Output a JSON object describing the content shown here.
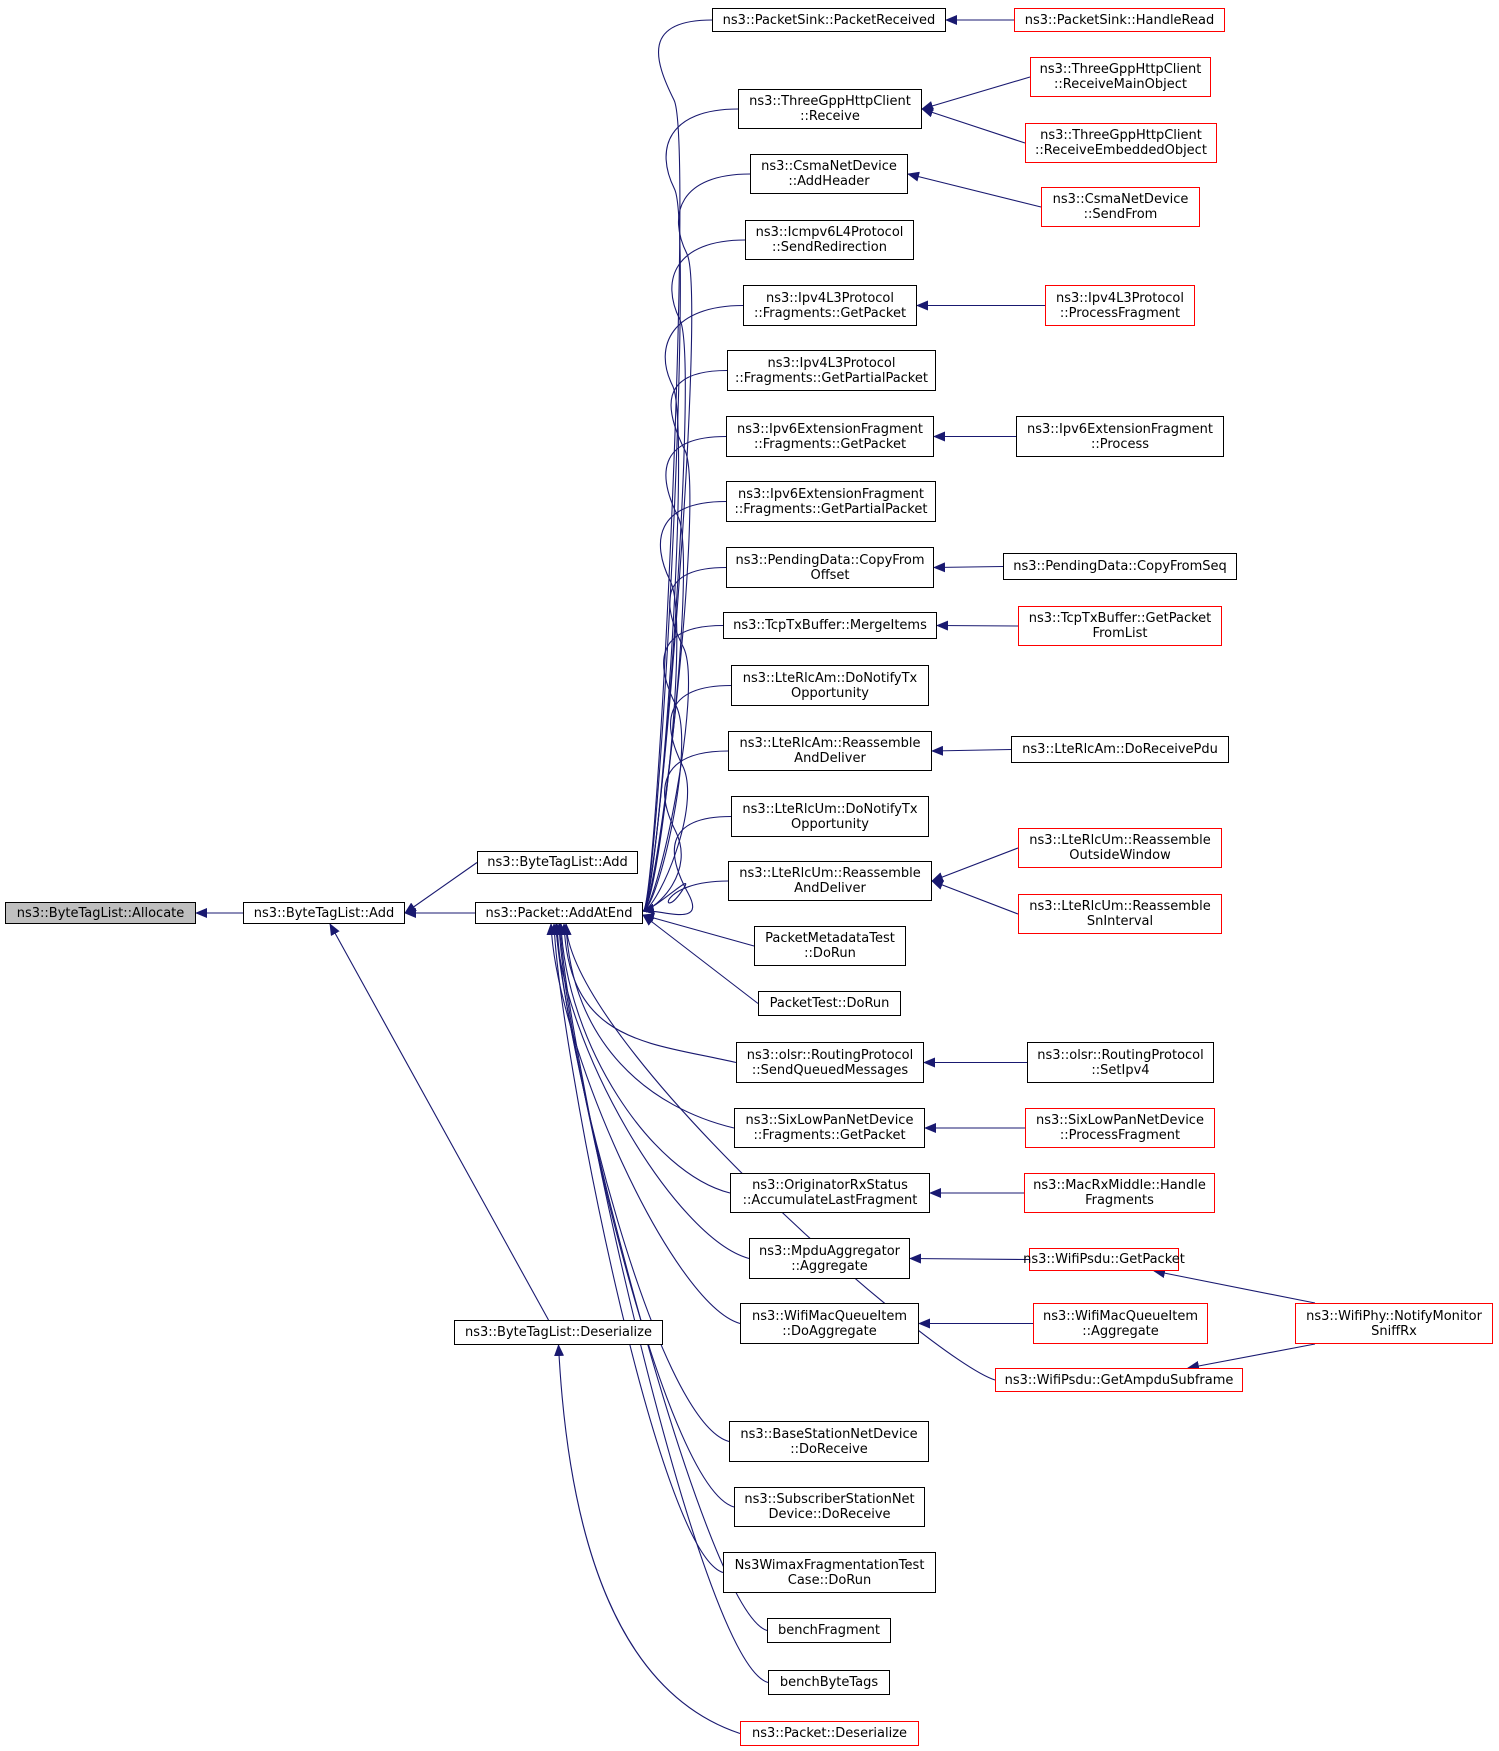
{
  "colors": {
    "edge": "#191970",
    "normal_border": "#000000",
    "truncated_border": "#ff0000",
    "current_fill": "#bfbfbf"
  },
  "nodes": {
    "allocate": {
      "lines": [
        "ns3::ByteTagList::Allocate"
      ],
      "style": "current"
    },
    "btl_add_main": {
      "lines": [
        "ns3::ByteTagList::Add"
      ],
      "style": "normal"
    },
    "btl_add_2": {
      "lines": [
        "ns3::ByteTagList::Add"
      ],
      "style": "normal"
    },
    "add_at_end": {
      "lines": [
        "ns3::Packet::AddAtEnd"
      ],
      "style": "normal"
    },
    "btl_deserialize": {
      "lines": [
        "ns3::ByteTagList::Deserialize"
      ],
      "style": "normal"
    },
    "sink_received": {
      "lines": [
        "ns3::PacketSink::PacketReceived"
      ],
      "style": "normal"
    },
    "sink_handleread": {
      "lines": [
        "ns3::PacketSink::HandleRead"
      ],
      "style": "red"
    },
    "http_receive": {
      "lines": [
        "ns3::ThreeGppHttpClient",
        "::Receive"
      ],
      "style": "normal"
    },
    "http_main": {
      "lines": [
        "ns3::ThreeGppHttpClient",
        "::ReceiveMainObject"
      ],
      "style": "red"
    },
    "http_embedded": {
      "lines": [
        "ns3::ThreeGppHttpClient",
        "::ReceiveEmbeddedObject"
      ],
      "style": "red"
    },
    "csma_addheader": {
      "lines": [
        "ns3::CsmaNetDevice",
        "::AddHeader"
      ],
      "style": "normal"
    },
    "csma_sendfrom": {
      "lines": [
        "ns3::CsmaNetDevice",
        "::SendFrom"
      ],
      "style": "red"
    },
    "icmpv6_redirect": {
      "lines": [
        "ns3::Icmpv6L4Protocol",
        "::SendRedirection"
      ],
      "style": "normal"
    },
    "ipv4_getpacket": {
      "lines": [
        "ns3::Ipv4L3Protocol",
        "::Fragments::GetPacket"
      ],
      "style": "normal"
    },
    "ipv4_processfrag": {
      "lines": [
        "ns3::Ipv4L3Protocol",
        "::ProcessFragment"
      ],
      "style": "red"
    },
    "ipv4_getpartial": {
      "lines": [
        "ns3::Ipv4L3Protocol",
        "::Fragments::GetPartialPacket"
      ],
      "style": "normal"
    },
    "ipv6_getpacket": {
      "lines": [
        "ns3::Ipv6ExtensionFragment",
        "::Fragments::GetPacket"
      ],
      "style": "normal"
    },
    "ipv6_process": {
      "lines": [
        "ns3::Ipv6ExtensionFragment",
        "::Process"
      ],
      "style": "normal"
    },
    "ipv6_getpartial": {
      "lines": [
        "ns3::Ipv6ExtensionFragment",
        "::Fragments::GetPartialPacket"
      ],
      "style": "normal"
    },
    "pending_copyoffset": {
      "lines": [
        "ns3::PendingData::CopyFrom",
        "Offset"
      ],
      "style": "normal"
    },
    "pending_copyseq": {
      "lines": [
        "ns3::PendingData::CopyFromSeq"
      ],
      "style": "normal"
    },
    "tcp_merge": {
      "lines": [
        "ns3::TcpTxBuffer::MergeItems"
      ],
      "style": "normal"
    },
    "tcp_getpacket": {
      "lines": [
        "ns3::TcpTxBuffer::GetPacket",
        "FromList"
      ],
      "style": "red"
    },
    "am_notify": {
      "lines": [
        "ns3::LteRlcAm::DoNotifyTx",
        "Opportunity"
      ],
      "style": "normal"
    },
    "am_reassemble": {
      "lines": [
        "ns3::LteRlcAm::Reassemble",
        "AndDeliver"
      ],
      "style": "normal"
    },
    "am_receivepdu": {
      "lines": [
        "ns3::LteRlcAm::DoReceivePdu"
      ],
      "style": "normal"
    },
    "um_notify": {
      "lines": [
        "ns3::LteRlcUm::DoNotifyTx",
        "Opportunity"
      ],
      "style": "normal"
    },
    "um_reassemble": {
      "lines": [
        "ns3::LteRlcUm::Reassemble",
        "AndDeliver"
      ],
      "style": "normal"
    },
    "um_outside": {
      "lines": [
        "ns3::LteRlcUm::Reassemble",
        "OutsideWindow"
      ],
      "style": "red"
    },
    "um_sninterval": {
      "lines": [
        "ns3::LteRlcUm::Reassemble",
        "SnInterval"
      ],
      "style": "red"
    },
    "metadata_test": {
      "lines": [
        "PacketMetadataTest",
        "::DoRun"
      ],
      "style": "normal"
    },
    "packet_test": {
      "lines": [
        "PacketTest::DoRun"
      ],
      "style": "normal"
    },
    "olsr_sendqueued": {
      "lines": [
        "ns3::olsr::RoutingProtocol",
        "::SendQueuedMessages"
      ],
      "style": "normal"
    },
    "olsr_setipv4": {
      "lines": [
        "ns3::olsr::RoutingProtocol",
        "::SetIpv4"
      ],
      "style": "normal"
    },
    "sixlowpan_getpacket": {
      "lines": [
        "ns3::SixLowPanNetDevice",
        "::Fragments::GetPacket"
      ],
      "style": "normal"
    },
    "sixlowpan_process": {
      "lines": [
        "ns3::SixLowPanNetDevice",
        "::ProcessFragment"
      ],
      "style": "red"
    },
    "originator_accum": {
      "lines": [
        "ns3::OriginatorRxStatus",
        "::AccumulateLastFragment"
      ],
      "style": "normal"
    },
    "macrx_handle": {
      "lines": [
        "ns3::MacRxMiddle::Handle",
        "Fragments"
      ],
      "style": "red"
    },
    "mpdu_aggregate": {
      "lines": [
        "ns3::MpduAggregator",
        "::Aggregate"
      ],
      "style": "normal"
    },
    "psdu_getpacket": {
      "lines": [
        "ns3::WifiPsdu::GetPacket"
      ],
      "style": "red"
    },
    "queueitem_doagg": {
      "lines": [
        "ns3::WifiMacQueueItem",
        "::DoAggregate"
      ],
      "style": "normal"
    },
    "queueitem_agg": {
      "lines": [
        "ns3::WifiMacQueueItem",
        "::Aggregate"
      ],
      "style": "red"
    },
    "phy_notify": {
      "lines": [
        "ns3::WifiPhy::NotifyMonitor",
        "SniffRx"
      ],
      "style": "red"
    },
    "psdu_ampdu": {
      "lines": [
        "ns3::WifiPsdu::GetAmpduSubframe"
      ],
      "style": "red"
    },
    "bs_receive": {
      "lines": [
        "ns3::BaseStationNetDevice",
        "::DoReceive"
      ],
      "style": "normal"
    },
    "ss_receive": {
      "lines": [
        "ns3::SubscriberStationNet",
        "Device::DoReceive"
      ],
      "style": "normal"
    },
    "wimax_test": {
      "lines": [
        "Ns3WimaxFragmentationTest",
        "Case::DoRun"
      ],
      "style": "normal"
    },
    "bench_fragment": {
      "lines": [
        "benchFragment"
      ],
      "style": "normal"
    },
    "bench_bytetags": {
      "lines": [
        "benchByteTags"
      ],
      "style": "normal"
    },
    "packet_deserialize": {
      "lines": [
        "ns3::Packet::Deserialize"
      ],
      "style": "red"
    }
  },
  "edges": [
    [
      "btl_add_main",
      "allocate"
    ],
    [
      "btl_add_2",
      "btl_add_main"
    ],
    [
      "add_at_end",
      "btl_add_main"
    ],
    [
      "btl_deserialize",
      "btl_add_main"
    ],
    [
      "sink_handleread",
      "sink_received"
    ],
    [
      "http_main",
      "http_receive"
    ],
    [
      "http_embedded",
      "http_receive"
    ],
    [
      "csma_sendfrom",
      "csma_addheader"
    ],
    [
      "ipv4_processfrag",
      "ipv4_getpacket"
    ],
    [
      "ipv6_process",
      "ipv6_getpacket"
    ],
    [
      "pending_copyseq",
      "pending_copyoffset"
    ],
    [
      "tcp_getpacket",
      "tcp_merge"
    ],
    [
      "am_receivepdu",
      "am_reassemble"
    ],
    [
      "um_outside",
      "um_reassemble"
    ],
    [
      "um_sninterval",
      "um_reassemble"
    ],
    [
      "olsr_setipv4",
      "olsr_sendqueued"
    ],
    [
      "sixlowpan_process",
      "sixlowpan_getpacket"
    ],
    [
      "macrx_handle",
      "originator_accum"
    ],
    [
      "psdu_getpacket",
      "mpdu_aggregate"
    ],
    [
      "queueitem_agg",
      "queueitem_doagg"
    ],
    [
      "phy_notify",
      "psdu_getpacket"
    ],
    [
      "phy_notify",
      "psdu_ampdu"
    ],
    [
      "sink_received",
      "add_at_end"
    ],
    [
      "http_receive",
      "add_at_end"
    ],
    [
      "csma_addheader",
      "add_at_end"
    ],
    [
      "icmpv6_redirect",
      "add_at_end"
    ],
    [
      "ipv4_getpacket",
      "add_at_end"
    ],
    [
      "ipv4_getpartial",
      "add_at_end"
    ],
    [
      "ipv6_getpacket",
      "add_at_end"
    ],
    [
      "ipv6_getpartial",
      "add_at_end"
    ],
    [
      "pending_copyoffset",
      "add_at_end"
    ],
    [
      "tcp_merge",
      "add_at_end"
    ],
    [
      "am_notify",
      "add_at_end"
    ],
    [
      "am_reassemble",
      "add_at_end"
    ],
    [
      "um_notify",
      "add_at_end"
    ],
    [
      "um_reassemble",
      "add_at_end"
    ],
    [
      "metadata_test",
      "add_at_end"
    ],
    [
      "packet_test",
      "add_at_end"
    ],
    [
      "olsr_sendqueued",
      "add_at_end"
    ],
    [
      "sixlowpan_getpacket",
      "add_at_end"
    ],
    [
      "originator_accum",
      "add_at_end"
    ],
    [
      "mpdu_aggregate",
      "add_at_end"
    ],
    [
      "queueitem_doagg",
      "add_at_end"
    ],
    [
      "psdu_ampdu",
      "add_at_end"
    ],
    [
      "bs_receive",
      "add_at_end"
    ],
    [
      "ss_receive",
      "add_at_end"
    ],
    [
      "wimax_test",
      "add_at_end"
    ],
    [
      "bench_fragment",
      "add_at_end"
    ],
    [
      "bench_bytetags",
      "add_at_end"
    ],
    [
      "packet_deserialize",
      "btl_deserialize"
    ]
  ]
}
